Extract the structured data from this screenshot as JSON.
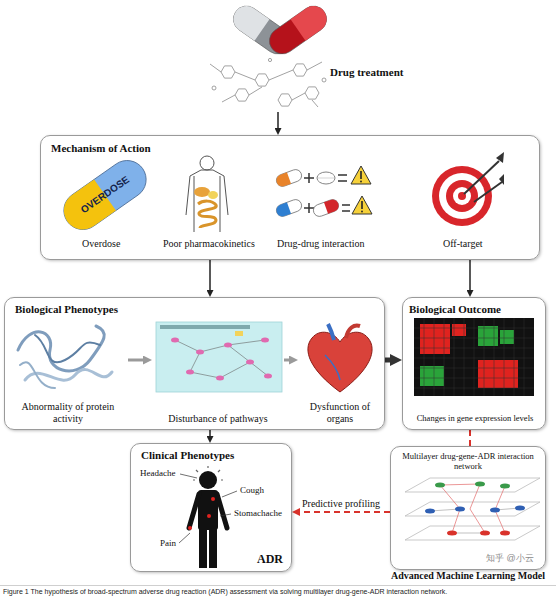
{
  "diagram": {
    "caption": "Figure 1 The hypothesis of broad-spectrum adverse drug reaction (ADR) assessment via solving multilayer drug-gene-ADR interaction network.",
    "nodes": [
      {
        "text": [
          "Drug treatment"
        ]
      },
      {
        "text": [
          "Mechanism of Action"
        ]
      },
      {
        "text": [
          "Biological Phenotypes"
        ]
      },
      {
        "text": [
          "Abnormality of protein activity"
        ],
        "in": 2
      },
      {
        "text": [
          "Disturbance of pathways"
        ],
        "in": 2
      },
      {
        "text": [
          "Dysfunction of organs"
        ],
        "in": 2
      },
      {
        "text": [
          "Biological Outcome",
          "Changes in gene expression levels"
        ]
      },
      {
        "text": [
          "Clinical Phenotypes",
          "ADR"
        ]
      },
      {
        "text": [
          "Multilayer drug-gene-ADR interaction network",
          "Advanced Machine Learning Model"
        ]
      }
    ],
    "edges": [
      {
        "from": 0,
        "to": 1,
        "arrow": "to"
      },
      {
        "from": 1,
        "to": 2,
        "arrow": "to"
      },
      {
        "from": 1,
        "to": 6,
        "arrow": "to"
      },
      {
        "from": 3,
        "to": 4,
        "arrow": "to"
      },
      {
        "from": 4,
        "to": 5,
        "arrow": "to"
      },
      {
        "from": 2,
        "to": 6,
        "arrow": "to"
      },
      {
        "from": 2,
        "to": 7,
        "arrow": "to"
      },
      {
        "from": 6,
        "to": 8,
        "arrow": "none"
      },
      {
        "from": 8,
        "to": 7,
        "label": "Predictive profiling",
        "arrow": "to"
      }
    ],
    "labels": [
      "OVERDOSE",
      "Overdose",
      "Poor pharmacokinetics",
      "Drug-drug interaction",
      "Off-target",
      "Headache",
      "Cough",
      "Stomachache",
      "Pain",
      "知乎 @小云"
    ]
  }
}
